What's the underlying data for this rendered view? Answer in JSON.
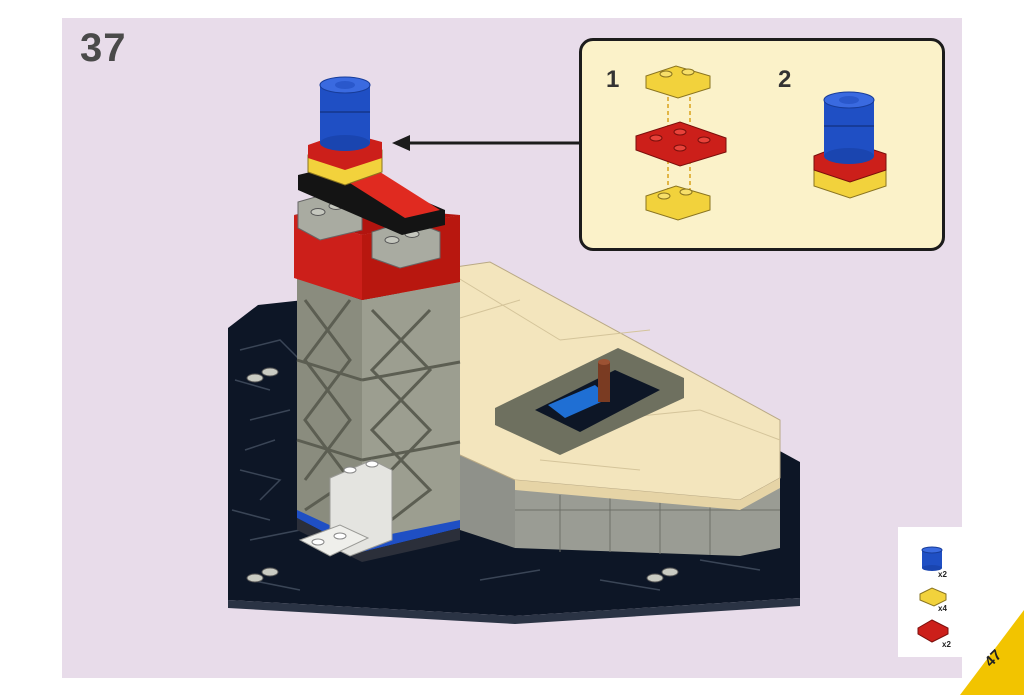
{
  "step": {
    "number": "37"
  },
  "callout": {
    "substeps": [
      {
        "label": "1"
      },
      {
        "label": "2"
      }
    ]
  },
  "parts_list": [
    {
      "icon": "blue-round-brick-icon",
      "quantity": "x2",
      "color": "#1f4fc4"
    },
    {
      "icon": "yellow-plate-icon",
      "quantity": "x4",
      "color": "#f2d23c"
    },
    {
      "icon": "red-plate-icon",
      "quantity": "x2",
      "color": "#cc1f1a"
    }
  ],
  "page": {
    "number": "47"
  },
  "colors": {
    "background": "#e8dcea",
    "callout_bg": "#fbf2c9",
    "baseplate": "#0d1626",
    "tan": "#f3e5bd",
    "grey": "#8a8c7e",
    "red": "#cc1f1a",
    "blue": "#1f4fc4",
    "yellow": "#f2d23c",
    "page_tab": "#f2c400"
  }
}
